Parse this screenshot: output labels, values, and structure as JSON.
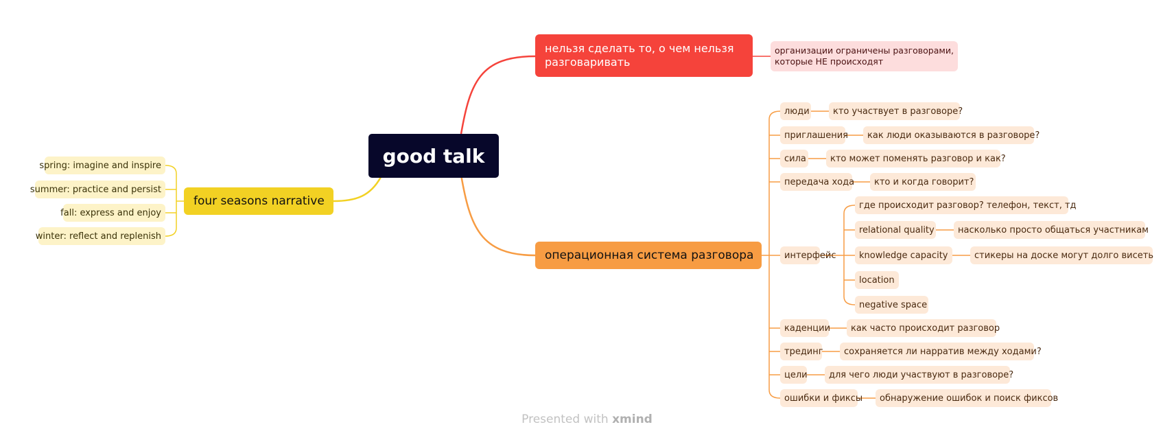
{
  "root": {
    "label": "good talk"
  },
  "colors": {
    "root": "#07072a",
    "red": "#f5433b",
    "orange": "#f79c43",
    "yellow": "#f2d123",
    "pink_sub": "#fddddd",
    "orange_sub": "#fde9d8",
    "yellow_sub": "#fdf3c8"
  },
  "branches": {
    "red": {
      "label": "нельзя сделать то, о чем нельзя разговаривать",
      "child": "организации ограничены разговорами, которые НЕ происходят"
    },
    "orange": {
      "label": "операционная система разговора",
      "items": [
        {
          "label": "люди",
          "child": "кто участвует в разговоре?"
        },
        {
          "label": "приглашения",
          "child": "как люди оказываются в разговоре?"
        },
        {
          "label": "сила",
          "child": "кто может поменять разговор и как?"
        },
        {
          "label": "передача хода",
          "child": "кто и когда говорит?"
        },
        {
          "label": "интерфейс",
          "children": [
            {
              "label": "где происходит разговор? телефон, текст, тд"
            },
            {
              "label": "relational quality",
              "child": "насколько просто общаться участникам"
            },
            {
              "label": "knowledge capacity",
              "child": "стикеры на доске могут долго висеть"
            },
            {
              "label": "location"
            },
            {
              "label": "negative space"
            }
          ]
        },
        {
          "label": "каденции",
          "child": "как часто происходит разговор"
        },
        {
          "label": "трединг",
          "child": "сохраняется ли нарратив между ходами?"
        },
        {
          "label": "цели",
          "child": "для чего люди участвуют в разговоре?"
        },
        {
          "label": "ошибки и фиксы",
          "child": "обнаружение ошибок и поиск фиксов"
        }
      ]
    },
    "yellow": {
      "label": "four seasons narrative",
      "items": [
        {
          "label": "spring: imagine and inspire"
        },
        {
          "label": "summer: practice and persist"
        },
        {
          "label": "fall: express and enjoy"
        },
        {
          "label": "winter: reflect and replenish"
        }
      ]
    }
  },
  "footer": {
    "prefix": "Presented with",
    "brand": "xmind"
  }
}
